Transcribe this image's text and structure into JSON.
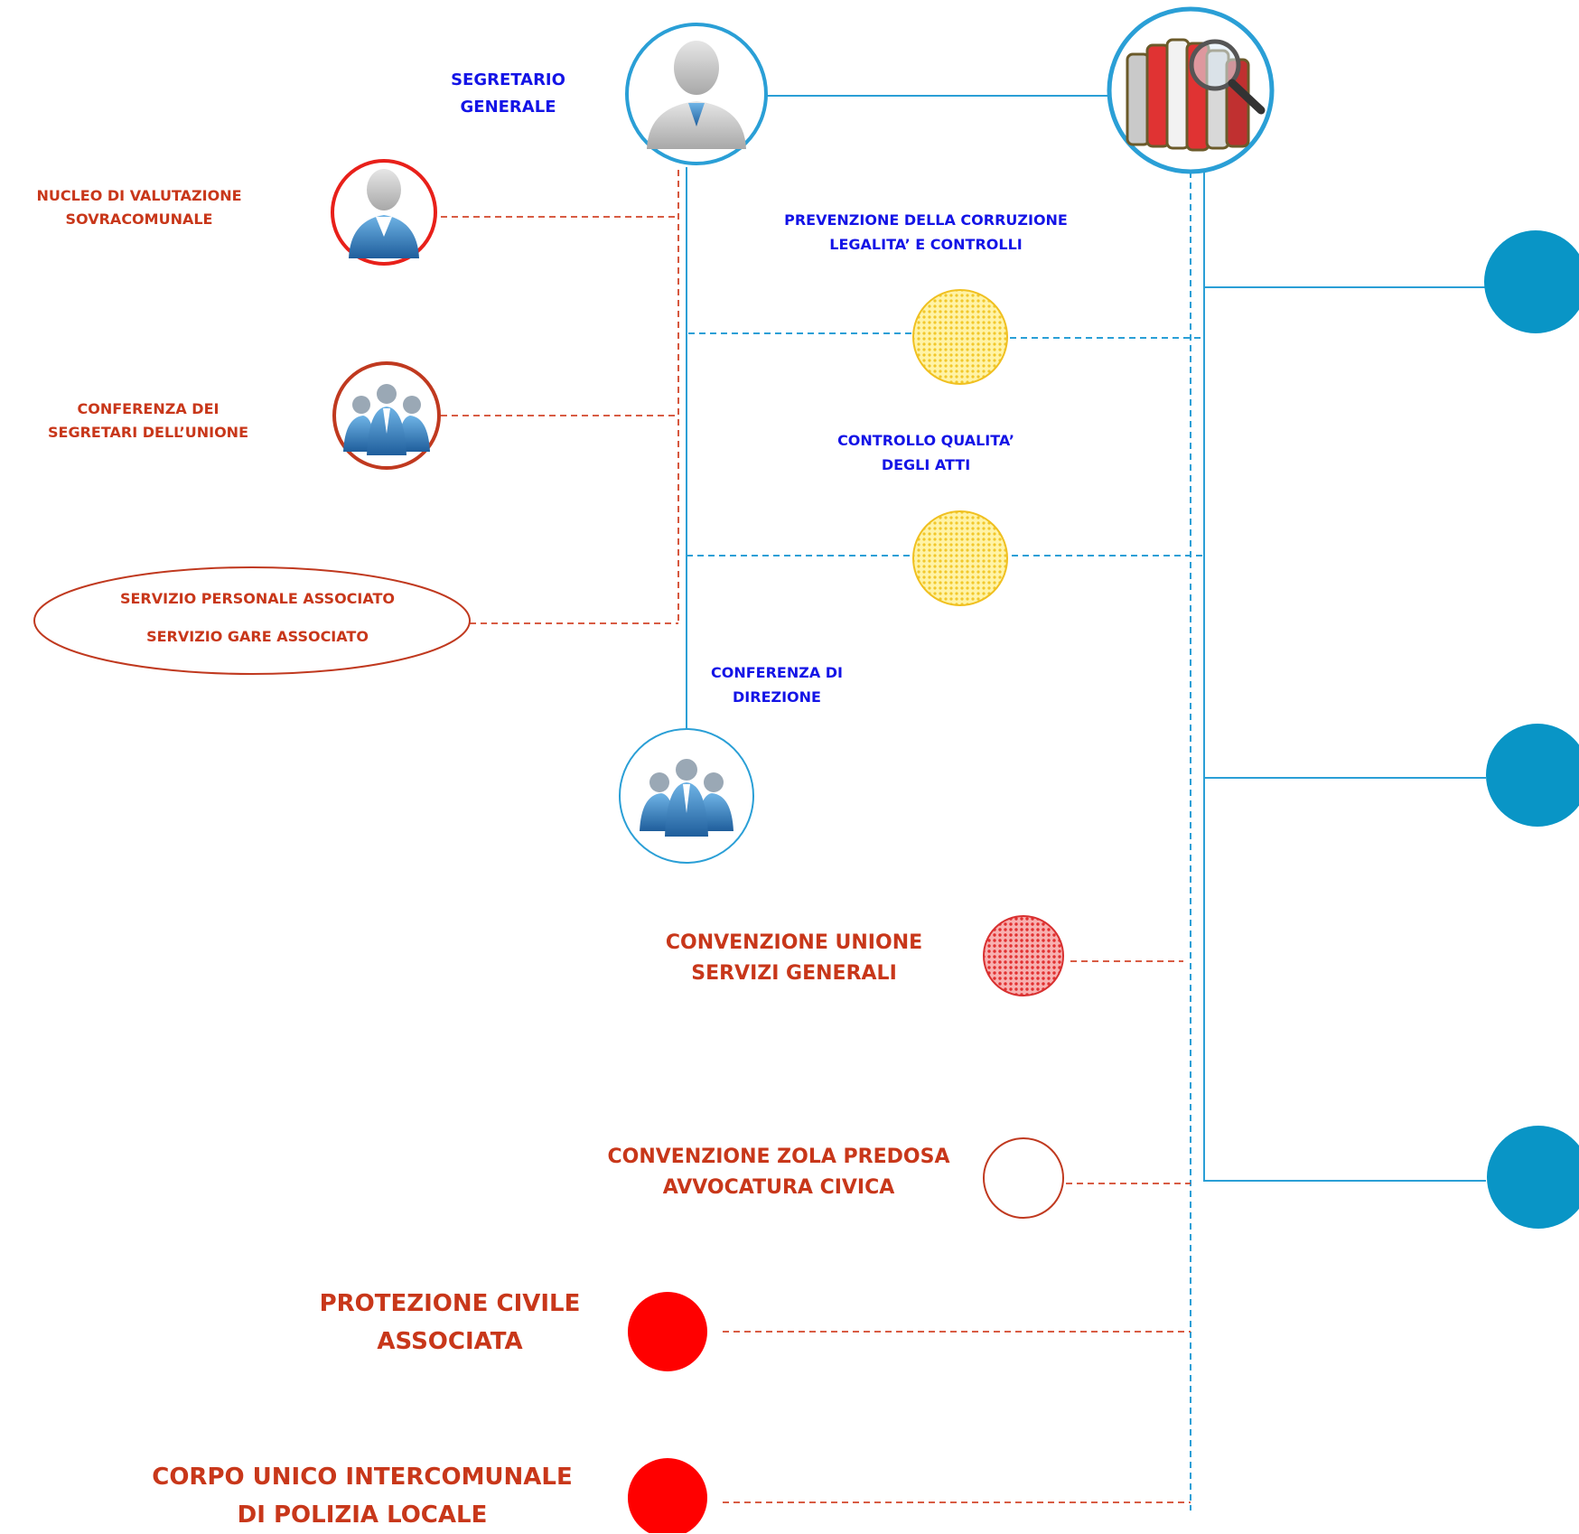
{
  "segretario": {
    "line1": "SEGRETARIO",
    "line2": "GENERALE"
  },
  "nucleo": {
    "line1": "NUCLEO DI VALUTAZIONE",
    "line2": "SOVRACOMUNALE"
  },
  "conferenza_segretari": {
    "line1": "CONFERENZA DEI",
    "line2": "SEGRETARI DELL’UNIONE"
  },
  "servizi_associati": {
    "line1": "SERVIZIO PERSONALE  ASSOCIATO",
    "line2": "SERVIZIO GARE ASSOCIATO"
  },
  "prevenzione": {
    "line1": "PREVENZIONE DELLA CORRUZIONE",
    "line2": "LEGALITA’ E CONTROLLI"
  },
  "controllo": {
    "line1": "CONTROLLO QUALITA’",
    "line2": "DEGLI ATTI"
  },
  "conferenza_direzione": {
    "line1": "CONFERENZA DI",
    "line2": "DIREZIONE"
  },
  "convenzione_unione": {
    "line1": "CONVENZIONE UNIONE",
    "line2": "SERVIZI GENERALI"
  },
  "convenzione_zola": {
    "line1": "CONVENZIONE ZOLA PREDOSA",
    "line2": "AVVOCATURA CIVICA"
  },
  "protezione_civile": {
    "line1": "PROTEZIONE CIVILE",
    "line2": "ASSOCIATA"
  },
  "polizia_locale": {
    "line1": "CORPO UNICO INTERCOMUNALE",
    "line2": "DI POLIZIA LOCALE"
  },
  "icons": [
    "person-female-icon",
    "person-male-icon",
    "team-icon",
    "folders-magnifier-icon"
  ],
  "colors": {
    "blue_text": "#1414e6",
    "red_text": "#c8371a",
    "line_blue": "#2a9fd6",
    "line_red": "#d2452a",
    "node_cyan": "#0995c6",
    "node_yellow": "#ffe36a",
    "node_red": "#ff0000",
    "node_pink": "#ef6a6a"
  }
}
